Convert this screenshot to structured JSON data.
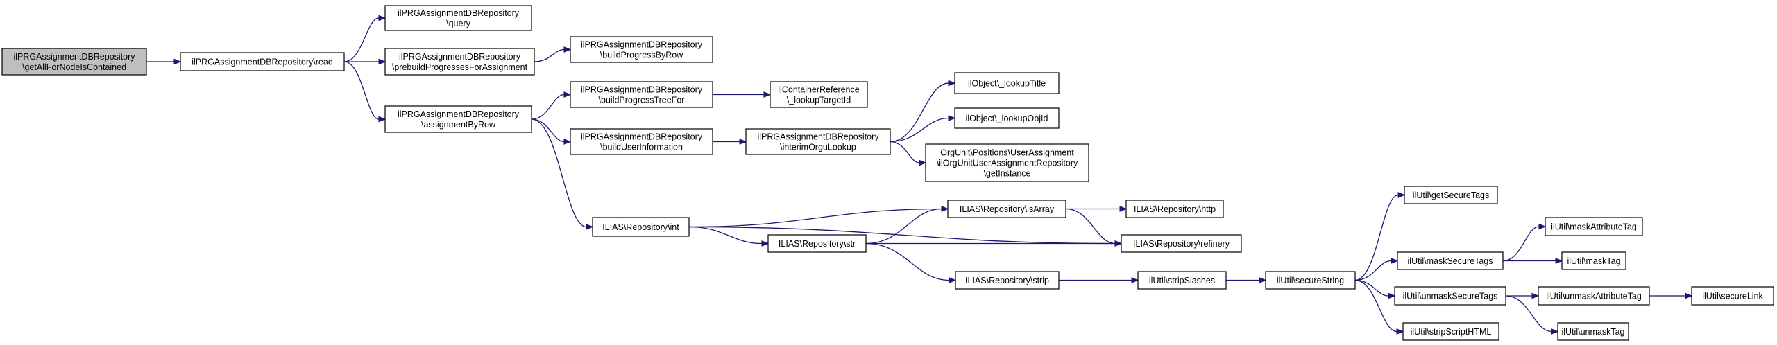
{
  "nodes": [
    {
      "id": "getAll",
      "lines": [
        "ilPRGAssignmentDBRepository",
        "\\getAllForNodeIsContained"
      ],
      "root": true
    },
    {
      "id": "read",
      "lines": [
        "ilPRGAssignmentDBRepository\\read"
      ]
    },
    {
      "id": "query",
      "lines": [
        "ilPRGAssignmentDBRepository",
        "\\query"
      ]
    },
    {
      "id": "prebuild",
      "lines": [
        "ilPRGAssignmentDBRepository",
        "\\prebuildProgressesForAssignment"
      ]
    },
    {
      "id": "buildProgressByRow",
      "lines": [
        "ilPRGAssignmentDBRepository",
        "\\buildProgressByRow"
      ]
    },
    {
      "id": "assignmentByRow",
      "lines": [
        "ilPRGAssignmentDBRepository",
        "\\assignmentByRow"
      ]
    },
    {
      "id": "buildProgressTreeFor",
      "lines": [
        "ilPRGAssignmentDBRepository",
        "\\buildProgressTreeFor"
      ]
    },
    {
      "id": "lookupTargetId",
      "lines": [
        "ilContainerReference",
        "\\_lookupTargetId"
      ]
    },
    {
      "id": "buildUserInformation",
      "lines": [
        "ilPRGAssignmentDBRepository",
        "\\buildUserInformation"
      ]
    },
    {
      "id": "interimOrguLookup",
      "lines": [
        "ilPRGAssignmentDBRepository",
        "\\interimOrguLookup"
      ]
    },
    {
      "id": "lookupTitle",
      "lines": [
        "ilObject\\_lookupTitle"
      ]
    },
    {
      "id": "lookupObjId",
      "lines": [
        "ilObject\\_lookupObjId"
      ]
    },
    {
      "id": "orguGetInstance",
      "lines": [
        "OrgUnit\\Positions\\UserAssignment",
        "\\ilOrgUnitUserAssignmentRepository",
        "\\getInstance"
      ]
    },
    {
      "id": "repoInt",
      "lines": [
        "ILIAS\\Repository\\int"
      ]
    },
    {
      "id": "repoStr",
      "lines": [
        "ILIAS\\Repository\\str"
      ]
    },
    {
      "id": "repoIsArray",
      "lines": [
        "ILIAS\\Repository\\isArray"
      ]
    },
    {
      "id": "repoHttp",
      "lines": [
        "ILIAS\\Repository\\http"
      ]
    },
    {
      "id": "repoRefinery",
      "lines": [
        "ILIAS\\Repository\\refinery"
      ]
    },
    {
      "id": "repoStrip",
      "lines": [
        "ILIAS\\Repository\\strip"
      ]
    },
    {
      "id": "stripSlashes",
      "lines": [
        "ilUtil\\stripSlashes"
      ]
    },
    {
      "id": "secureString",
      "lines": [
        "ilUtil\\secureString"
      ]
    },
    {
      "id": "getSecureTags",
      "lines": [
        "ilUtil\\getSecureTags"
      ]
    },
    {
      "id": "maskSecureTags",
      "lines": [
        "ilUtil\\maskSecureTags"
      ]
    },
    {
      "id": "unmaskSecureTags",
      "lines": [
        "ilUtil\\unmaskSecureTags"
      ]
    },
    {
      "id": "stripScriptHTML",
      "lines": [
        "ilUtil\\stripScriptHTML"
      ]
    },
    {
      "id": "maskAttributeTag",
      "lines": [
        "ilUtil\\maskAttributeTag"
      ]
    },
    {
      "id": "maskTag",
      "lines": [
        "ilUtil\\maskTag"
      ]
    },
    {
      "id": "unmaskAttributeTag",
      "lines": [
        "ilUtil\\unmaskAttributeTag"
      ]
    },
    {
      "id": "unmaskTag",
      "lines": [
        "ilUtil\\unmaskTag"
      ]
    },
    {
      "id": "secureLink",
      "lines": [
        "ilUtil\\secureLink"
      ]
    }
  ],
  "edges": [
    [
      "getAll",
      "read"
    ],
    [
      "read",
      "query"
    ],
    [
      "read",
      "prebuild"
    ],
    [
      "read",
      "assignmentByRow"
    ],
    [
      "prebuild",
      "buildProgressByRow"
    ],
    [
      "assignmentByRow",
      "buildProgressTreeFor"
    ],
    [
      "assignmentByRow",
      "buildUserInformation"
    ],
    [
      "assignmentByRow",
      "repoInt"
    ],
    [
      "buildProgressTreeFor",
      "lookupTargetId"
    ],
    [
      "buildUserInformation",
      "interimOrguLookup"
    ],
    [
      "interimOrguLookup",
      "lookupTitle"
    ],
    [
      "interimOrguLookup",
      "lookupObjId"
    ],
    [
      "interimOrguLookup",
      "orguGetInstance"
    ],
    [
      "repoInt",
      "repoIsArray"
    ],
    [
      "repoInt",
      "repoStr"
    ],
    [
      "repoInt",
      "repoRefinery"
    ],
    [
      "repoStr",
      "repoIsArray"
    ],
    [
      "repoStr",
      "repoRefinery"
    ],
    [
      "repoStr",
      "repoStrip"
    ],
    [
      "repoIsArray",
      "repoHttp"
    ],
    [
      "repoIsArray",
      "repoRefinery"
    ],
    [
      "repoStrip",
      "stripSlashes"
    ],
    [
      "stripSlashes",
      "secureString"
    ],
    [
      "secureString",
      "getSecureTags"
    ],
    [
      "secureString",
      "maskSecureTags"
    ],
    [
      "secureString",
      "unmaskSecureTags"
    ],
    [
      "secureString",
      "stripScriptHTML"
    ],
    [
      "maskSecureTags",
      "maskAttributeTag"
    ],
    [
      "maskSecureTags",
      "maskTag"
    ],
    [
      "unmaskSecureTags",
      "unmaskAttributeTag"
    ],
    [
      "unmaskSecureTags",
      "unmaskTag"
    ],
    [
      "unmaskAttributeTag",
      "secureLink"
    ]
  ]
}
